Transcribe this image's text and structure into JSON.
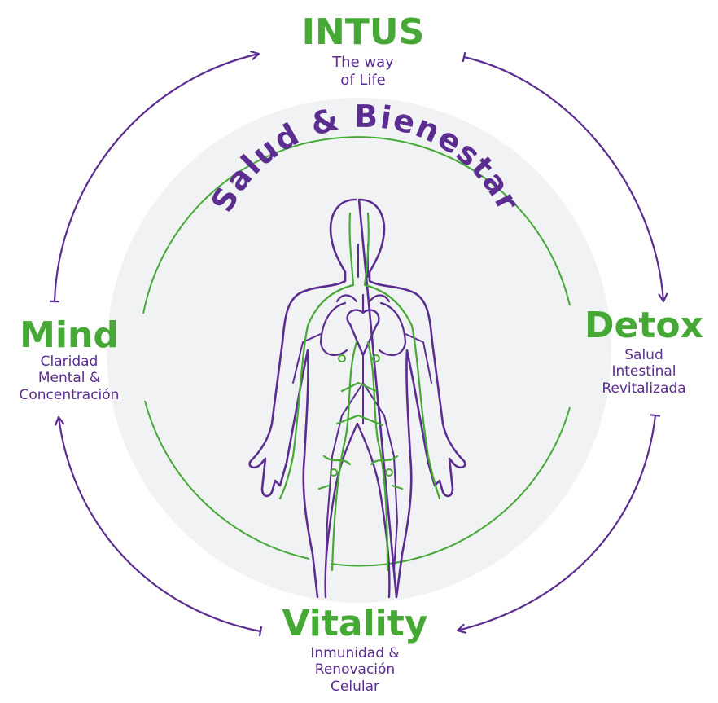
{
  "colors": {
    "purple": "#5b2d90",
    "green": "#46a935",
    "disc": "#f1f2f4"
  },
  "center": {
    "arc_title": "Salud & Bienestar",
    "figure_icon": "human-body-circulatory-icon"
  },
  "nodes": {
    "intus": {
      "title": "INTUS",
      "lines": [
        "The way",
        "of Life"
      ]
    },
    "detox": {
      "title": "Detox",
      "lines": [
        "Salud",
        "Intestinal",
        "Revitalizada"
      ]
    },
    "vitality": {
      "title": "Vitality",
      "lines": [
        "Inmunidad &",
        "Renovación",
        "Celular"
      ]
    },
    "mind": {
      "title": "Mind",
      "lines": [
        "Claridad",
        "Mental &",
        "Concentración"
      ]
    }
  }
}
